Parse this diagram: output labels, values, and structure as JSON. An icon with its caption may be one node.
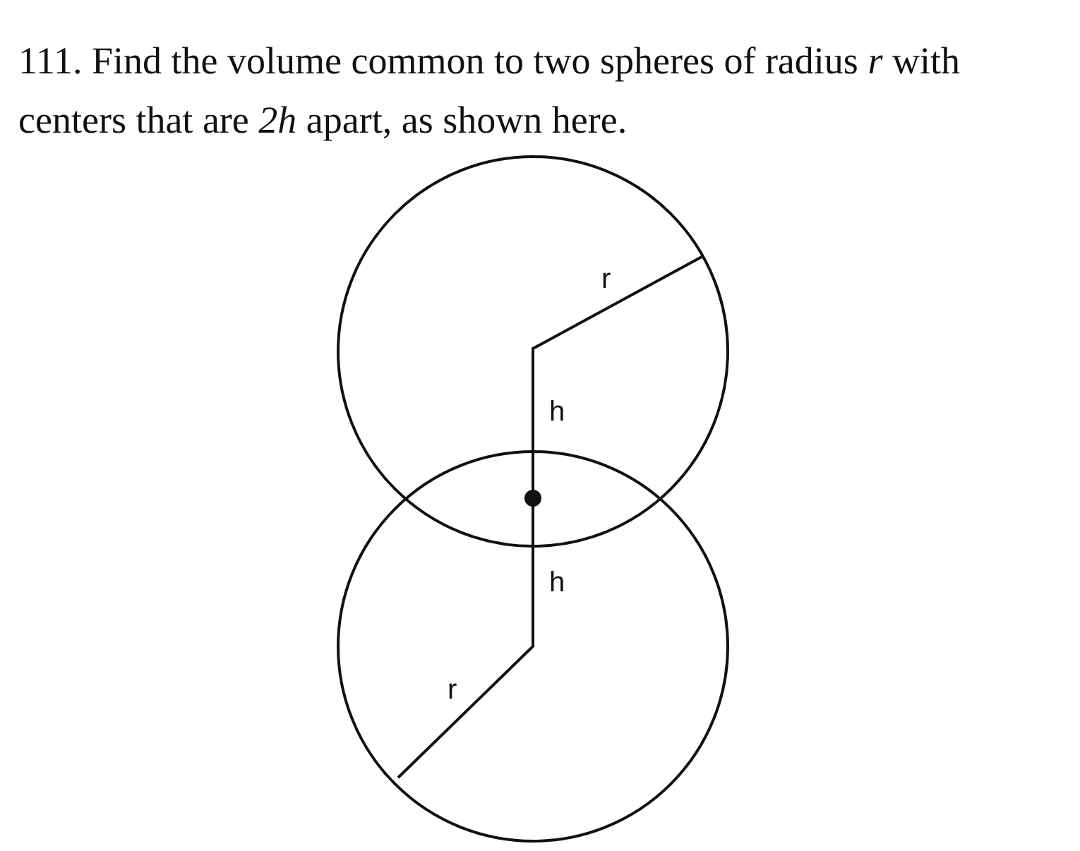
{
  "diagram": {
    "title": "111. Find the volume common to two spheres of radius *r* with centers that are *2h* apart, as shown here.",
    "labels": [
      "r",
      "h",
      "h",
      "r"
    ]
  }
}
